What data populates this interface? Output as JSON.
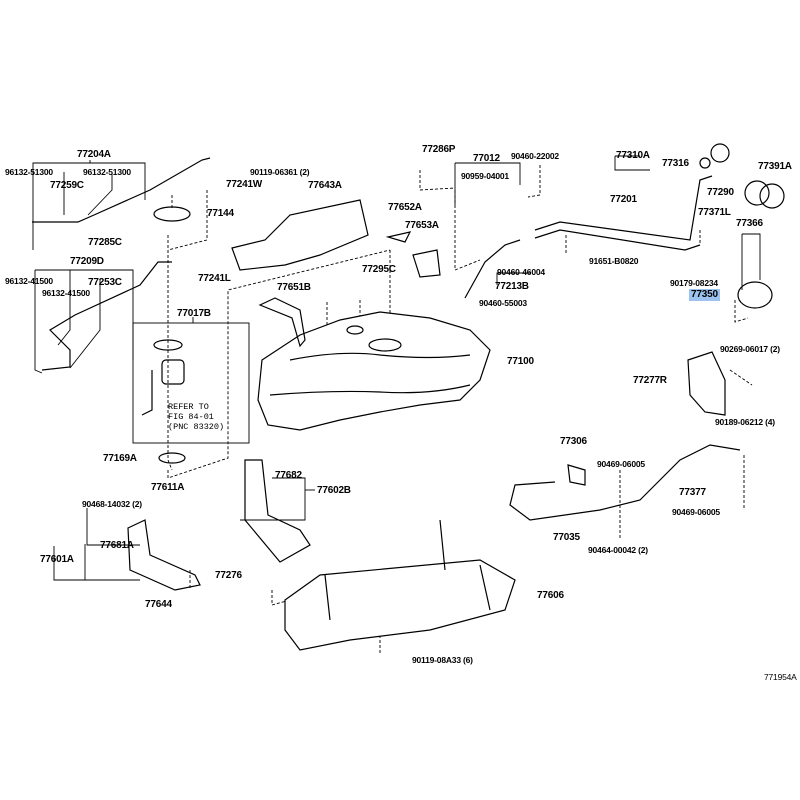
{
  "diagram": {
    "figure_code": "771954A",
    "highlighted_part": "77350",
    "highlight_color": "#9cc3f0",
    "note": [
      "REFER TO",
      "FIG 84-01",
      "(PNC 83320)"
    ],
    "labels": [
      "77204A",
      "96132-51300",
      "96132-51300",
      "77259C",
      "77241W",
      "77144",
      "77285C",
      "77209D",
      "96132-41500",
      "77253C",
      "96132-41500",
      "77241L",
      "90119-06361 (2)",
      "77643A",
      "77017B",
      "77169A",
      "77651B",
      "77295C",
      "77286P",
      "77012",
      "90460-22002",
      "90959-04001",
      "77652A",
      "77653A",
      "90460-46004",
      "77213B",
      "90460-55003",
      "77100",
      "91651-B0820",
      "77201",
      "77310A",
      "77316",
      "77391A",
      "77290",
      "77371L",
      "77366",
      "90179-08234",
      "77350",
      "90269-06017 (2)",
      "77277R",
      "90189-06212 (4)",
      "77306",
      "90469-06005",
      "77377",
      "90469-06005",
      "77035",
      "90464-00042 (2)",
      "77682",
      "77602B",
      "77611A",
      "90468-14032 (2)",
      "77681A",
      "77601A",
      "77276",
      "77644",
      "77606",
      "90119-08A33 (6)"
    ]
  }
}
